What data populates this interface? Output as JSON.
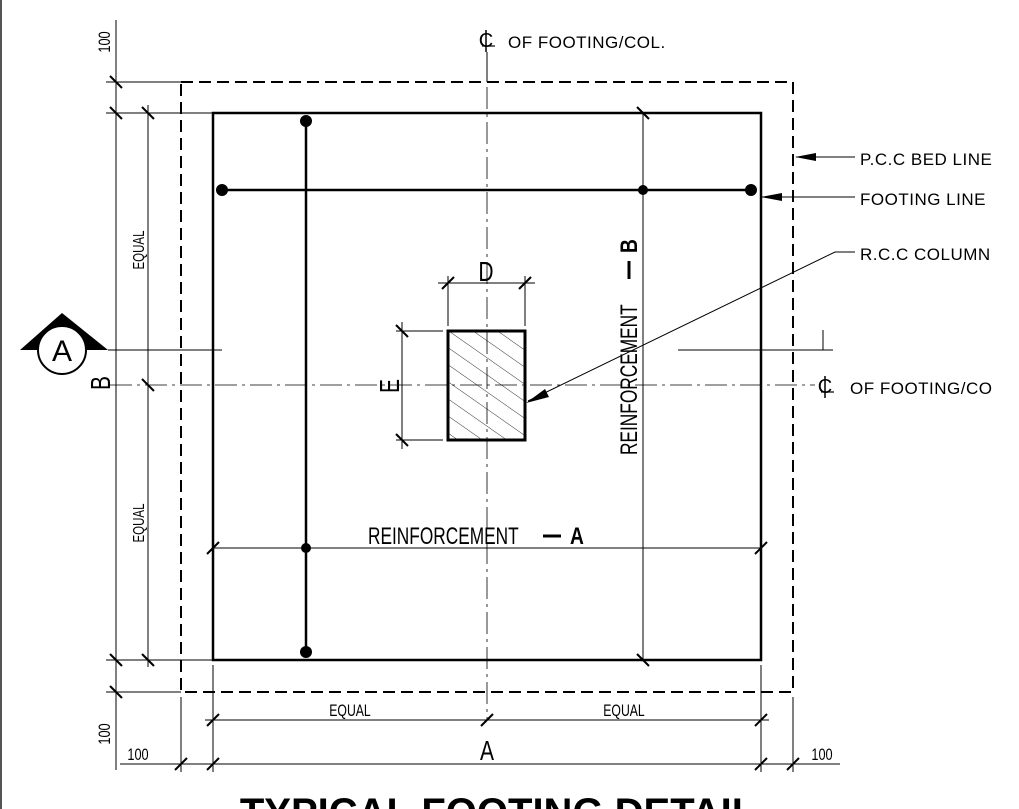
{
  "title": "TYPICAL FOOTING DETAIL",
  "section_marker": "A",
  "labels": {
    "centerline_top": "OF FOOTING/COL.",
    "centerline_right": "OF FOOTING/CO",
    "pcc_bed_line": "P.C.C BED LINE",
    "footing_line": "FOOTING LINE",
    "rcc_column": "R.C.C COLUMN",
    "reinforcement_a": "REINFORCEMENT",
    "reinforcement_a_letter": "A",
    "reinforcement_b": "REINFORCEMENT",
    "reinforcement_b_letter": "B"
  },
  "dimensions": {
    "offset_top": "100",
    "offset_bottom": "100",
    "offset_left": "100",
    "offset_right": "100",
    "width_total": "A",
    "depth_total": "B",
    "equal_bottom_left": "EQUAL",
    "equal_bottom_right": "EQUAL",
    "equal_left_top": "EQUAL",
    "equal_left_bottom": "EQUAL",
    "column_width": "D",
    "column_depth": "E"
  }
}
